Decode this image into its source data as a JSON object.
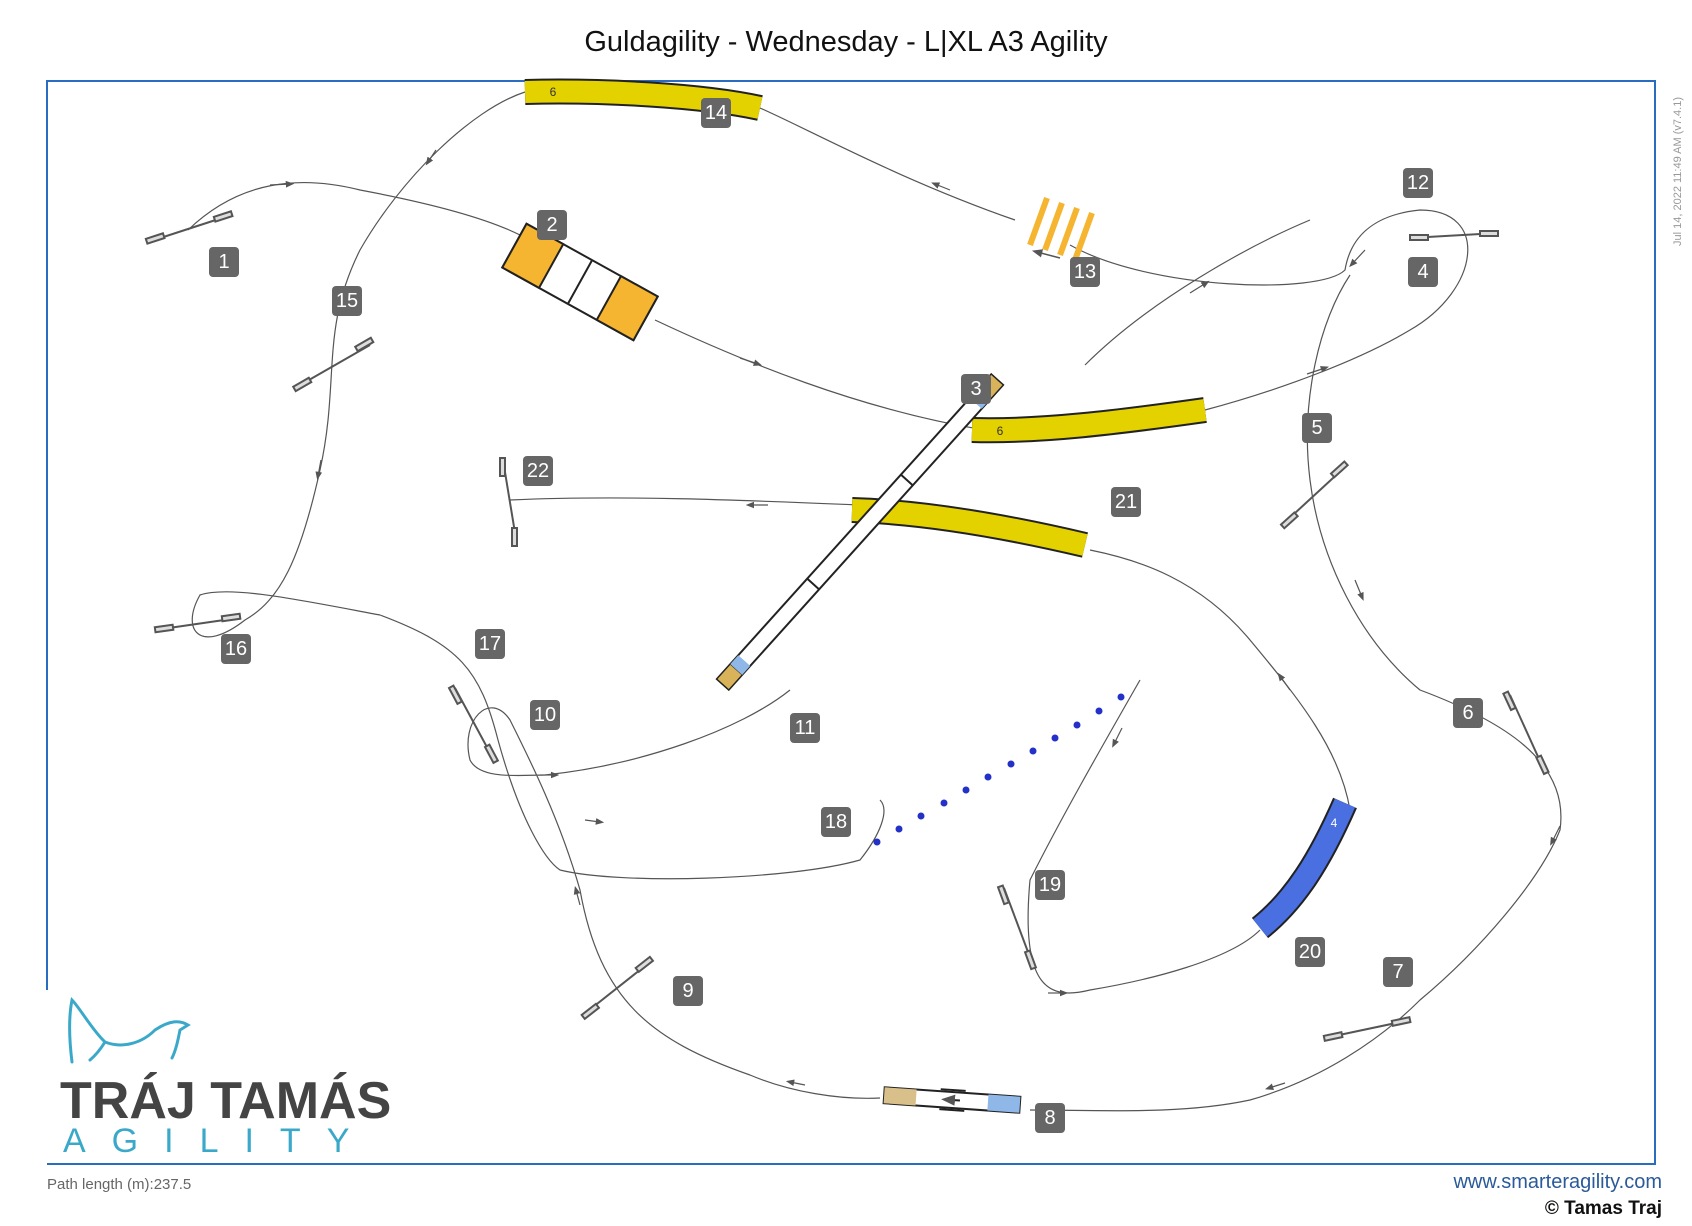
{
  "title": "Guldagility - Wednesday - L|XL A3 Agility",
  "timestamp": "Jul 14, 2022 11:49 AM (v7.4.1)",
  "path_length": "Path length (m):237.5",
  "website": "www.smarteragility.com",
  "copyright": "© Tamas Traj",
  "logo": {
    "line1": "TRÁJ TAMÁS",
    "line2": "AGILITY"
  },
  "tunnel_lengths": {
    "t14": "6",
    "t3": "6",
    "t21": "6",
    "t20": "4"
  },
  "colors": {
    "border": "#2a6dc0",
    "tunnel": "#e3d200",
    "tunnel_blue": "#4a6fe0",
    "aframe": "#f5b531",
    "number_bg": "#666666",
    "logo_teal": "#3aa9c9",
    "weave_pole": "#2431c8"
  },
  "numbers": [
    "1",
    "2",
    "3",
    "4",
    "5",
    "6",
    "7",
    "8",
    "9",
    "10",
    "11",
    "12",
    "13",
    "14",
    "15",
    "16",
    "17",
    "18",
    "19",
    "20",
    "21",
    "22"
  ]
}
